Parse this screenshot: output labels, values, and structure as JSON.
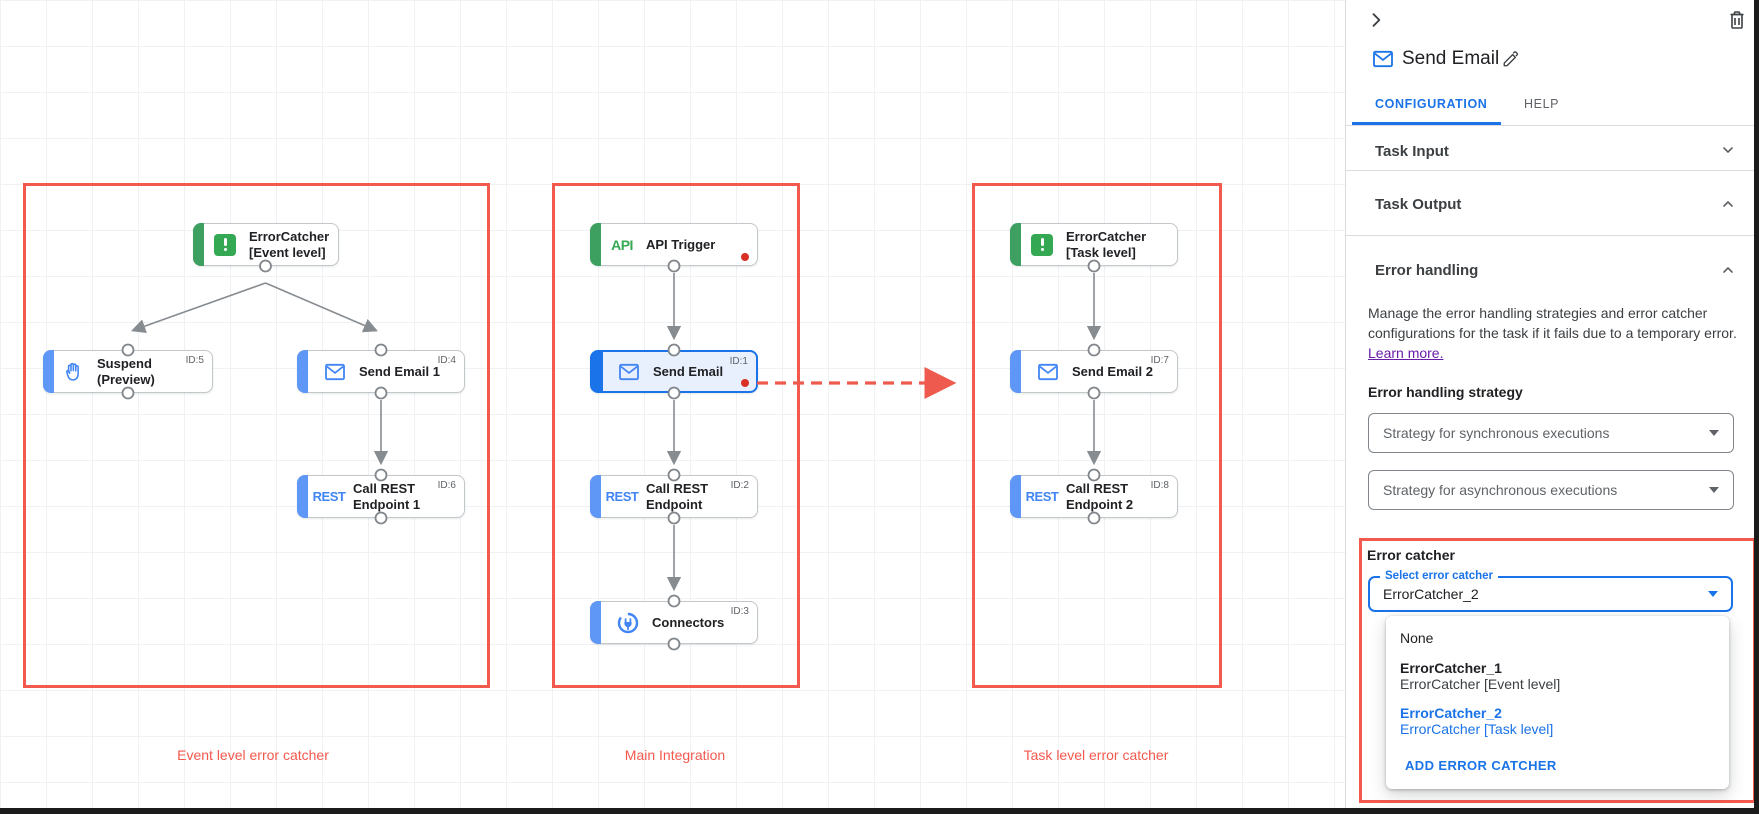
{
  "colors": {
    "accent_blue": "#1a73e8",
    "node_blue": "#4285f4",
    "green": "#34a853",
    "annotation_red": "#f4594e",
    "dot_red": "#d93025",
    "link_purple": "#681da8"
  },
  "canvas": {
    "groups": [
      {
        "label": "Event level error catcher",
        "nodes": [
          {
            "icon": "error-catcher-icon",
            "lines": [
              "ErrorCatcher",
              "[Event level]"
            ]
          },
          {
            "icon": "suspend-hand-icon",
            "lines": [
              "Suspend",
              "(Preview)"
            ],
            "id_badge": "ID:5"
          },
          {
            "icon": "email-icon",
            "lines": [
              "Send Email 1"
            ],
            "id_badge": "ID:4"
          },
          {
            "icon": "rest-icon",
            "icon_text": "REST",
            "lines": [
              "Call REST",
              "Endpoint 1"
            ],
            "id_badge": "ID:6"
          }
        ]
      },
      {
        "label": "Main Integration",
        "nodes": [
          {
            "icon": "api-trigger-icon",
            "icon_text": "API",
            "lines": [
              "API Trigger"
            ]
          },
          {
            "icon": "email-icon",
            "lines": [
              "Send Email"
            ],
            "id_badge": "ID:1",
            "selected": true
          },
          {
            "icon": "rest-icon",
            "icon_text": "REST",
            "lines": [
              "Call REST",
              "Endpoint"
            ],
            "id_badge": "ID:2"
          },
          {
            "icon": "connectors-icon",
            "lines": [
              "Connectors"
            ],
            "id_badge": "ID:3"
          }
        ]
      },
      {
        "label": "Task level error catcher",
        "nodes": [
          {
            "icon": "error-catcher-icon",
            "lines": [
              "ErrorCatcher",
              "[Task level]"
            ]
          },
          {
            "icon": "email-icon",
            "lines": [
              "Send Email 2"
            ],
            "id_badge": "ID:7"
          },
          {
            "icon": "rest-icon",
            "icon_text": "REST",
            "lines": [
              "Call REST",
              "Endpoint 2"
            ],
            "id_badge": "ID:8"
          }
        ]
      }
    ]
  },
  "panel": {
    "title": "Send Email",
    "tabs": [
      {
        "label": "CONFIGURATION",
        "active": true
      },
      {
        "label": "HELP",
        "active": false
      }
    ],
    "sections": {
      "task_input": "Task Input",
      "task_output": "Task Output",
      "error_handling": "Error handling"
    },
    "error_handling": {
      "description": "Manage the error handling strategies and error catcher configurations for the task if it fails due to a temporary error.",
      "learn_more": "Learn more.",
      "strategy_label": "Error handling strategy",
      "sync_select_value": "Strategy for synchronous executions",
      "async_select_value": "Strategy for asynchronous executions",
      "error_catcher_label": "Error catcher",
      "select_floating_label": "Select error catcher",
      "select_value": "ErrorCatcher_2",
      "menu": {
        "none_label": "None",
        "options": [
          {
            "name": "ErrorCatcher_1",
            "desc": "ErrorCatcher [Event level]",
            "selected": false
          },
          {
            "name": "ErrorCatcher_2",
            "desc": "ErrorCatcher [Task level]",
            "selected": true
          }
        ],
        "add_button": "ADD ERROR CATCHER"
      }
    }
  }
}
